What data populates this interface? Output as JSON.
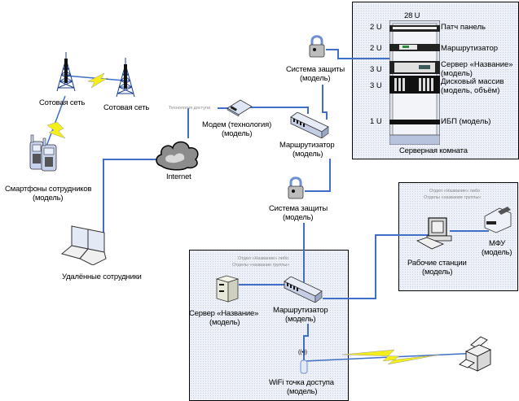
{
  "colors": {
    "wire": "#3f6fc7",
    "lightning": "#f4ef1a",
    "panel_bg": "#eef1f7",
    "tower": "#1b3f8f"
  },
  "cellular": {
    "tower1_label": "Сотовая сеть",
    "tower2_label": "Сотовая сеть"
  },
  "smartphones": {
    "label_line1": "Смартфоны сотрудников",
    "label_line2": "(модель)"
  },
  "internet": {
    "label": "Internet"
  },
  "access_tech": {
    "label": "Технология доступа"
  },
  "modem": {
    "label_line1": "Модем (технология)",
    "label_line2": "(модель)"
  },
  "router_main": {
    "label_line1": "Маршрутизатор",
    "label_line2": "(модель)"
  },
  "firewall_top": {
    "label_line1": "Система защиты",
    "label_line2": "(модель)"
  },
  "firewall_mid": {
    "label_line1": "Система защиты",
    "label_line2": "(модель)"
  },
  "remote_workers": {
    "label": "Удалённые сотрудники"
  },
  "server_room": {
    "title": "Серверная комната",
    "rack_size": "28 U",
    "units": [
      {
        "u": "2 U",
        "label": "Патч панель"
      },
      {
        "u": "2 U",
        "label": "Маршрутизатор"
      },
      {
        "u": "3 U",
        "label": "Сервер «Название»",
        "label2": "(модель)"
      },
      {
        "u": "3 U",
        "label": "Дисковый массив",
        "label2": "(модель, объём)"
      },
      {
        "u": "1 U",
        "label": "ИБП (модель)"
      }
    ]
  },
  "department_right": {
    "caption_line1": "Отдел «Название» либо",
    "caption_line2": "Отделы «название группы»",
    "workstations_line1": "Рабочие станции",
    "workstations_line2": "(модель)",
    "mfu_line1": "МФУ",
    "mfu_line2": "(модель)"
  },
  "department_bottom": {
    "caption_line1": "Отдел «Название» либо",
    "caption_line2": "Отделы «название группы»",
    "server_line1": "Сервер «Название»",
    "server_line2": "(модель)",
    "router_line1": "Маршрутизатор",
    "router_line2": "(модель)",
    "wifi_symbol": "((•))",
    "wifi_line1": "WiFi точка доступа",
    "wifi_line2": "(модель)"
  }
}
